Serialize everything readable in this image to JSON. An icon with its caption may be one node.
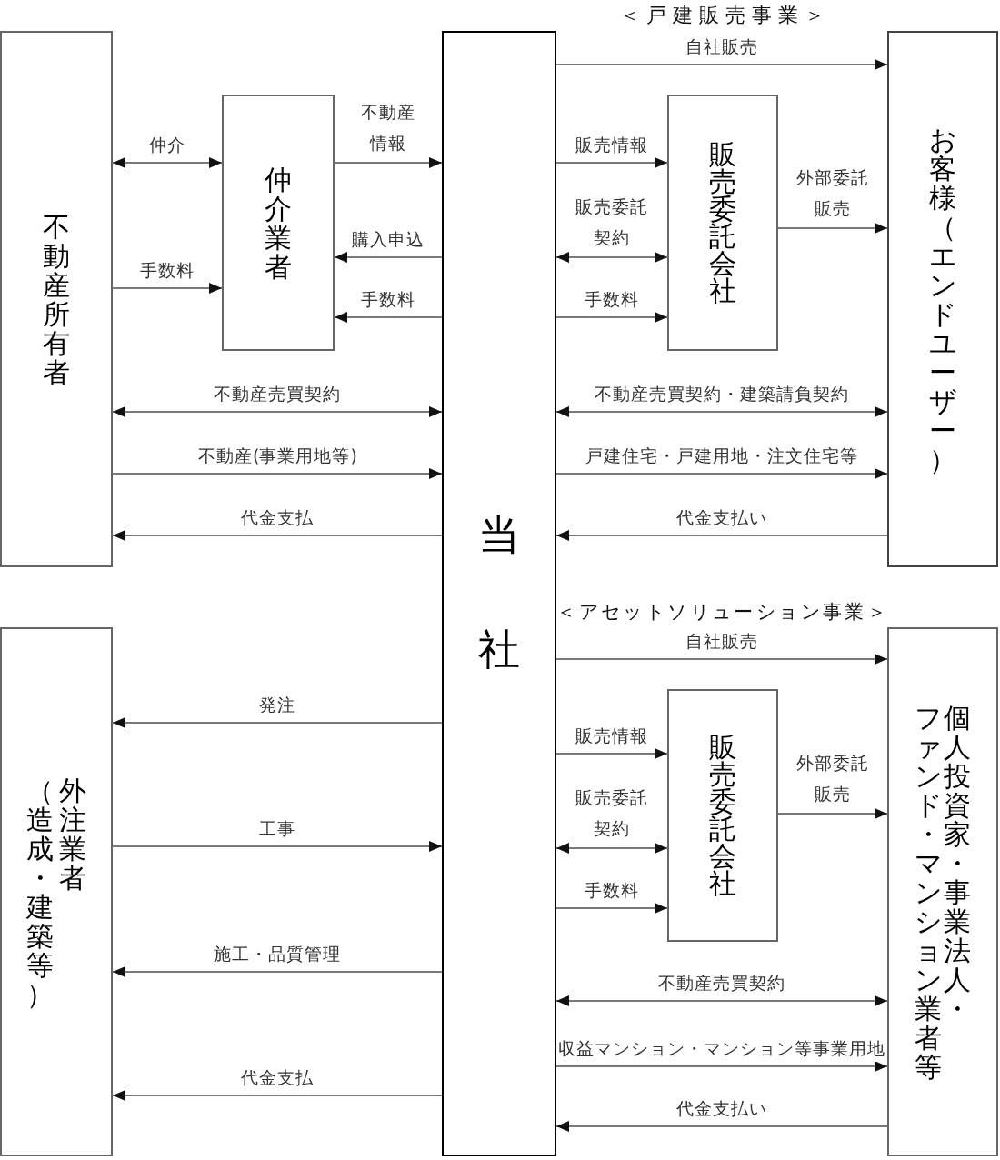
{
  "diagram": {
    "nodes": [
      {
        "text": [
          "不動産所有者"
        ]
      },
      {
        "text": [
          "仲介業者"
        ]
      },
      {
        "text": [
          "当社"
        ]
      },
      {
        "text": [
          "販売委託会社"
        ]
      },
      {
        "text": [
          "お客様（エンドユーザー）"
        ]
      },
      {
        "text": [
          "外注業者（造成・建築等）"
        ]
      },
      {
        "text": [
          "販売委託会社"
        ]
      },
      {
        "text": [
          "個人投資家・事業法人・ファンド・マンション業者等"
        ]
      }
    ],
    "edges": [
      {
        "from": 0,
        "to": 1,
        "arrow": "both",
        "label": "仲介"
      },
      {
        "from": 0,
        "to": 1,
        "arrow": "to",
        "label": "手数料"
      },
      {
        "from": 1,
        "to": 2,
        "arrow": "to",
        "label": "不動産情報"
      },
      {
        "from": 2,
        "to": 1,
        "arrow": "to",
        "label": "購入申込"
      },
      {
        "from": 2,
        "to": 1,
        "arrow": "to",
        "label": "手数料"
      },
      {
        "from": 0,
        "to": 2,
        "arrow": "both",
        "label": "不動産売買契約"
      },
      {
        "from": 0,
        "to": 2,
        "arrow": "to",
        "label": "不動産(事業用地等)"
      },
      {
        "from": 2,
        "to": 0,
        "arrow": "to",
        "label": "代金支払"
      },
      {
        "from": 2,
        "to": 4,
        "arrow": "to",
        "label": "自社販売"
      },
      {
        "from": 2,
        "to": 3,
        "arrow": "to",
        "label": "販売情報"
      },
      {
        "from": 2,
        "to": 3,
        "arrow": "both",
        "label": "販売委託契約"
      },
      {
        "from": 2,
        "to": 3,
        "arrow": "to",
        "label": "手数料"
      },
      {
        "from": 3,
        "to": 4,
        "arrow": "to",
        "label": "外部委託販売"
      },
      {
        "from": 2,
        "to": 4,
        "arrow": "both",
        "label": "不動産売買契約・建築請負契約"
      },
      {
        "from": 2,
        "to": 4,
        "arrow": "to",
        "label": "戸建住宅・戸建用地・注文住宅等"
      },
      {
        "from": 4,
        "to": 2,
        "arrow": "to",
        "label": "代金支払い"
      },
      {
        "from": 2,
        "to": 5,
        "arrow": "to",
        "label": "発注"
      },
      {
        "from": 5,
        "to": 2,
        "arrow": "to",
        "label": "工事"
      },
      {
        "from": 2,
        "to": 5,
        "arrow": "to",
        "label": "施工・品質管理"
      },
      {
        "from": 2,
        "to": 5,
        "arrow": "to",
        "label": "代金支払"
      },
      {
        "from": 2,
        "to": 7,
        "arrow": "to",
        "label": "自社販売"
      },
      {
        "from": 2,
        "to": 6,
        "arrow": "to",
        "label": "販売情報"
      },
      {
        "from": 2,
        "to": 6,
        "arrow": "both",
        "label": "販売委託契約"
      },
      {
        "from": 2,
        "to": 6,
        "arrow": "to",
        "label": "手数料"
      },
      {
        "from": 6,
        "to": 7,
        "arrow": "to",
        "label": "外部委託販売"
      },
      {
        "from": 2,
        "to": 7,
        "arrow": "both",
        "label": "不動産売買契約"
      },
      {
        "from": 2,
        "to": 7,
        "arrow": "to",
        "label": "収益マンション・マンション等事業用地"
      },
      {
        "from": 7,
        "to": 2,
        "arrow": "to",
        "label": "代金支払い"
      }
    ],
    "labels": [
      "＜戸建販売事業＞",
      "＜アセットソリューション事業＞"
    ]
  }
}
